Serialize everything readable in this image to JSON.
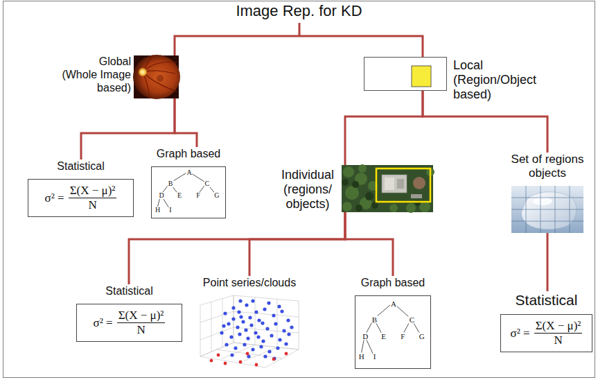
{
  "diagram": {
    "title": "Image Rep. for KD",
    "nodes": [
      {
        "text": [
          "Global (Whole Image based)"
        ]
      },
      {
        "text": [
          "Local (Region/Object based)"
        ]
      },
      {
        "text": [
          "Statistical",
          "σ² =",
          "Σ(X − μ)²",
          "N"
        ]
      },
      {
        "text": [
          "Graph based",
          "A",
          "B",
          "C",
          "D",
          "E",
          "F",
          "G",
          "H",
          "I"
        ]
      },
      {
        "text": [
          "Individual (regions/ objects)"
        ]
      },
      {
        "text": [
          "Set of regions objects"
        ]
      },
      {
        "text": [
          "Statistical",
          "σ² =",
          "Σ(X − μ)²",
          "N"
        ]
      },
      {
        "text": [
          "Point series/clouds"
        ]
      },
      {
        "text": [
          "Graph based",
          "A",
          "B",
          "C",
          "D",
          "E",
          "F",
          "G",
          "H",
          "I"
        ]
      },
      {
        "text": [
          "Statistical",
          "σ² =",
          "Σ(X − μ)²",
          "N"
        ]
      }
    ],
    "edges": [
      {
        "from": 0,
        "to": 2,
        "arrow": "none"
      },
      {
        "from": 0,
        "to": 3,
        "arrow": "none"
      },
      {
        "from": 1,
        "to": 4,
        "arrow": "none"
      },
      {
        "from": 1,
        "to": 5,
        "arrow": "none"
      },
      {
        "from": 4,
        "to": 6,
        "arrow": "none"
      },
      {
        "from": 4,
        "to": 7,
        "arrow": "none"
      },
      {
        "from": 4,
        "to": 8,
        "arrow": "none"
      },
      {
        "from": 5,
        "to": 9,
        "arrow": "none"
      }
    ]
  }
}
